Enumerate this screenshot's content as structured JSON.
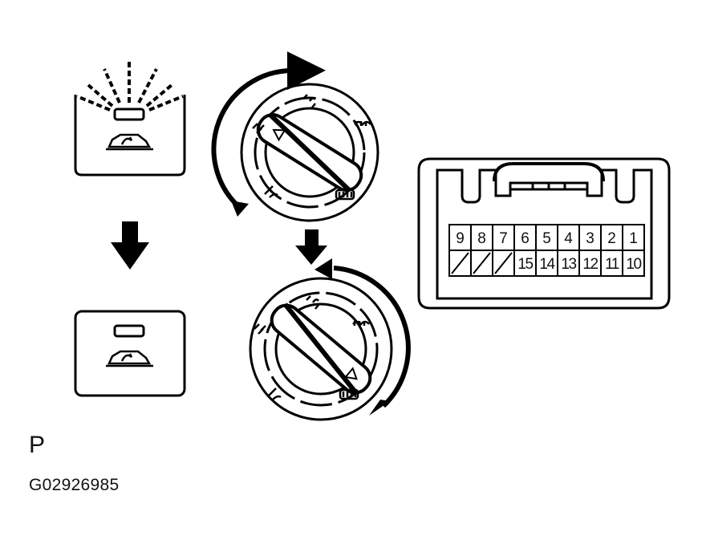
{
  "labels": {
    "panel": "P",
    "figure_code": "G02926985"
  },
  "connector": {
    "top_row_pins": [
      "9",
      "8",
      "7",
      "6",
      "5",
      "4",
      "3",
      "2",
      "1"
    ],
    "bottom_row_pins": [
      "",
      "",
      "",
      "15",
      "14",
      "13",
      "12",
      "11",
      "10"
    ]
  },
  "icons": {
    "recirc": "car-recirculation-icon",
    "face": "face-vent-icon",
    "bilevel": "bi-level-icon",
    "foot": "foot-vent-icon",
    "defrost": "defrost-icon"
  },
  "colors": {
    "ink": "#000000",
    "background": "#ffffff"
  }
}
